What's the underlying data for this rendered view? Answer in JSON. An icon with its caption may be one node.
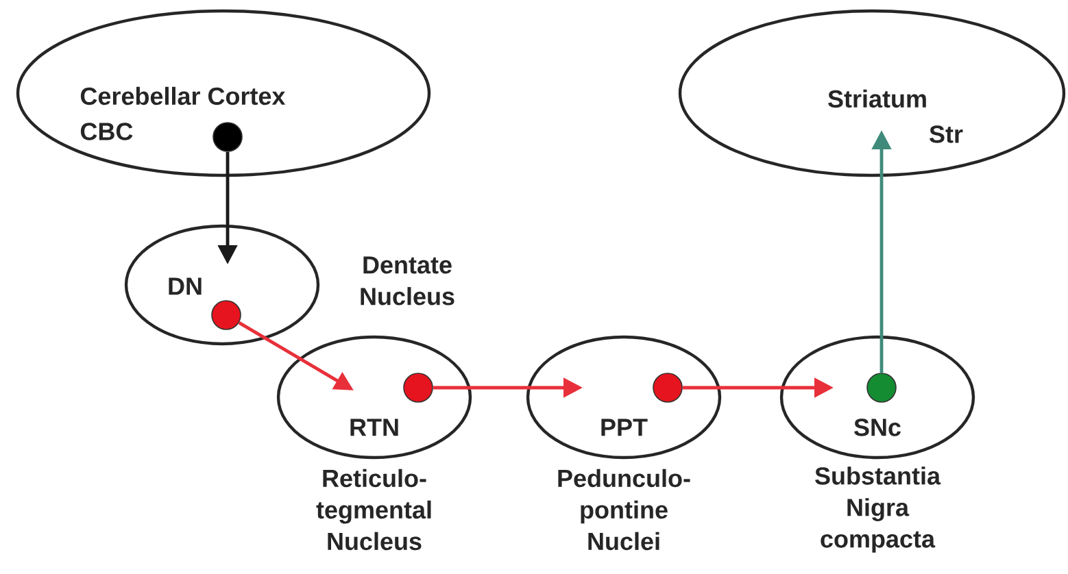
{
  "diagram": {
    "nodes": [
      {
        "text": [
          "Cerebellar Cortex",
          "CBC"
        ]
      },
      {
        "text": [],
        "shape": "circle",
        "in": 0
      },
      {
        "text": [
          "DN"
        ],
        "beside": [
          "Dentate Nucleus"
        ]
      },
      {
        "text": [],
        "shape": "circle",
        "in": 2
      },
      {
        "text": [
          "RTN"
        ],
        "beside": [
          "Reticulo- tegmental Nucleus"
        ]
      },
      {
        "text": [],
        "shape": "circle",
        "in": 4
      },
      {
        "text": [
          "PPT"
        ],
        "beside": [
          "Pedunculo- pontine Nuclei"
        ]
      },
      {
        "text": [],
        "shape": "circle",
        "in": 6
      },
      {
        "text": [
          "SNc"
        ],
        "beside": [
          "Substantia Nigra compacta"
        ]
      },
      {
        "text": [],
        "shape": "circle",
        "in": 8
      },
      {
        "text": [
          "Striatum",
          "Str"
        ]
      }
    ],
    "edges": [
      {
        "from": 1,
        "to": 2,
        "arrow": "to",
        "color": "#1a1a1a"
      },
      {
        "from": 3,
        "to": 4,
        "arrow": "to"
      },
      {
        "from": 5,
        "to": 6,
        "arrow": "to"
      },
      {
        "from": 7,
        "to": 8,
        "arrow": "to"
      },
      {
        "from": 9,
        "to": 10,
        "arrow": "to",
        "color": "#3f8a7a"
      }
    ]
  }
}
